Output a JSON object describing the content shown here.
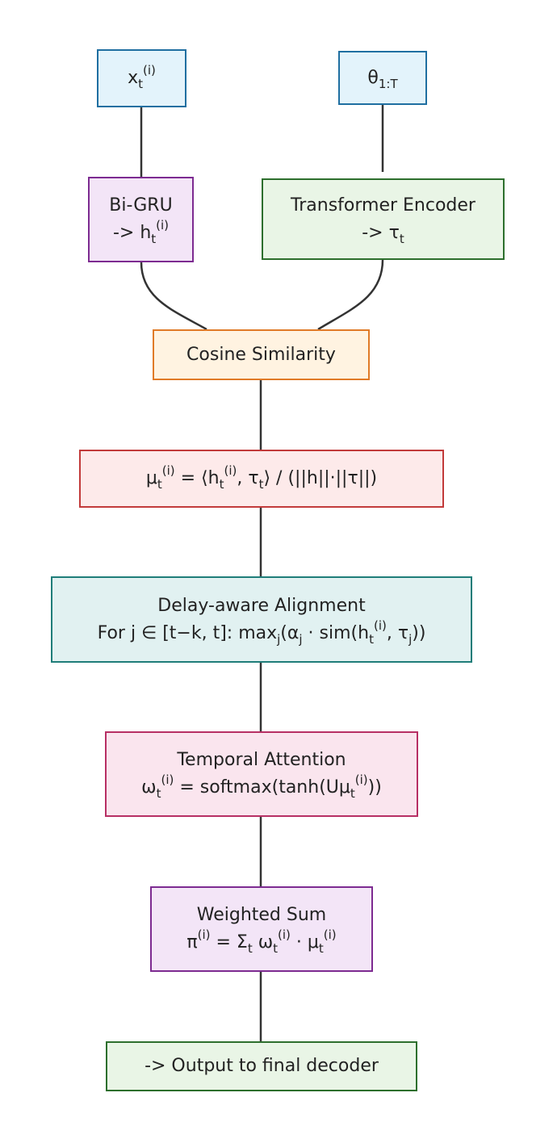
{
  "nodes": {
    "x_input": {
      "main": "x",
      "sub": "t",
      "sup": "(i)"
    },
    "theta_input": {
      "main": "θ",
      "sub": "1:T"
    },
    "bigru": {
      "line1": "Bi-GRU",
      "line2_pre": "-> h",
      "line2_sub": "t",
      "line2_sup": "(i)"
    },
    "transformer": {
      "line1": "Transformer Encoder",
      "line2_pre": "-> τ",
      "line2_sub": "t"
    },
    "cosine": {
      "line1": "Cosine Similarity"
    },
    "cosine_formula": {
      "p1": "μ",
      "p1_sub": "t",
      "p1_sup": "(i)",
      "p2": " = ⟨h",
      "p2_sub": "t",
      "p2_sup": "(i)",
      "p3": ", τ",
      "p3_sub": "t",
      "p4": "⟩ / (||h||·||τ||)"
    },
    "delay": {
      "line1": "Delay-aware Alignment",
      "p1": "For j ∈ [t−k, t]: max",
      "p1_sub": "j",
      "p2": "(α",
      "p2_sub": "j",
      "p3": " · sim(h",
      "p3_sub": "t",
      "p3_sup": "(i)",
      "p4": ", τ",
      "p4_sub": "j",
      "p5": "))"
    },
    "temporal": {
      "line1": "Temporal Attention",
      "p1": "ω",
      "p1_sub": "t",
      "p1_sup": "(i)",
      "p2": " = softmax(tanh(Uμ",
      "p2_sub": "t",
      "p2_sup": "(i)",
      "p3": "))"
    },
    "weighted": {
      "line1": "Weighted Sum",
      "p1": "π",
      "p1_sup": "(i)",
      "p2": " = Σ",
      "p2_sub": "t",
      "p3": " ω",
      "p3_sub": "t",
      "p3_sup": "(i)",
      "p4": " · μ",
      "p4_sub": "t",
      "p4_sup": "(i)"
    },
    "output": {
      "line1": "-> Output to final decoder"
    }
  },
  "colors": {
    "edge": "#333333",
    "blue": "#1f6fa1",
    "purple": "#7d2b91",
    "green": "#2d6f2d",
    "orange": "#e07a27",
    "red": "#c23a3a",
    "teal": "#1f7d79",
    "pink": "#b72f64"
  }
}
